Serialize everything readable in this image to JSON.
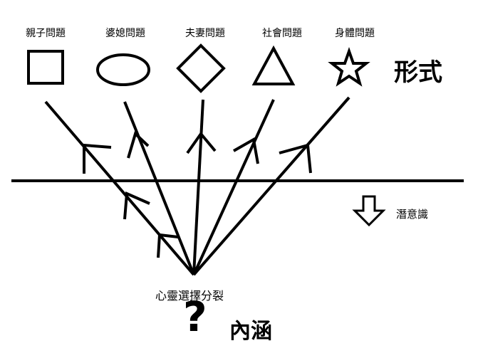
{
  "topics": [
    {
      "label": "親子問題",
      "shape": "square"
    },
    {
      "label": "婆媳問題",
      "shape": "ellipse"
    },
    {
      "label": "夫妻問題",
      "shape": "diamond"
    },
    {
      "label": "社會問題",
      "shape": "triangle"
    },
    {
      "label": "身體問題",
      "shape": "star"
    }
  ],
  "form_label": "形式",
  "subconscious_label": "潛意識",
  "split_label": "心靈選擇分裂",
  "question_mark": "?",
  "content_label": "內涵",
  "stroke_color": "#000000",
  "background_color": "#ffffff"
}
